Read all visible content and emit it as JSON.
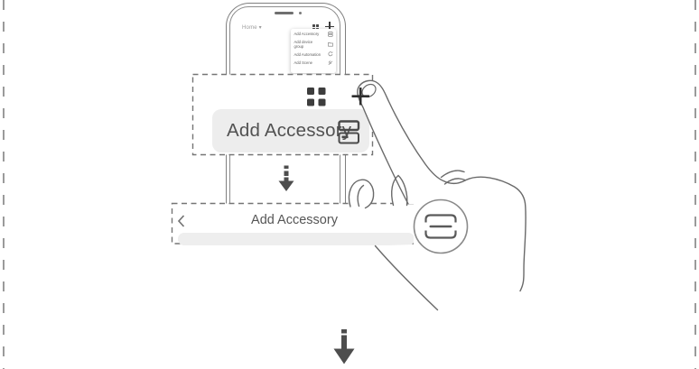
{
  "illustration": {
    "description": "tutorial-step",
    "colors": {
      "line": "#6a6a6a",
      "dark_icon": "#3d3d3d",
      "dashed_border": "#757575",
      "page_edge": "#9a9a9a",
      "button_bg": "#ededed",
      "text_primary": "#555555",
      "text_muted": "#9c9c9c",
      "arrow": "#4d4d4d"
    }
  },
  "phone": {
    "header": {
      "home_label": "Home ▾",
      "grid_icon": "apps-grid-icon",
      "plus_icon": "plus-icon"
    },
    "menu": {
      "items": [
        {
          "label": "Add Accessory",
          "icon": "accessory-hub-icon"
        },
        {
          "label": "Add device group",
          "icon": "device-group-icon"
        },
        {
          "label": "Add Automation",
          "icon": "automation-icon"
        },
        {
          "label": "Add Scene",
          "icon": "scene-icon"
        }
      ]
    }
  },
  "zoom_callout": {
    "apps_grid_icon": "apps-grid-icon",
    "plus_icon": "plus-icon",
    "button": {
      "label": "Add Accessory",
      "icon": "accessory-hub-icon"
    }
  },
  "header_callout": {
    "back_icon": "back-chevron-icon",
    "title": "Add Accessory",
    "scan_button_icon": "accessory-hub-zoom-icon"
  }
}
